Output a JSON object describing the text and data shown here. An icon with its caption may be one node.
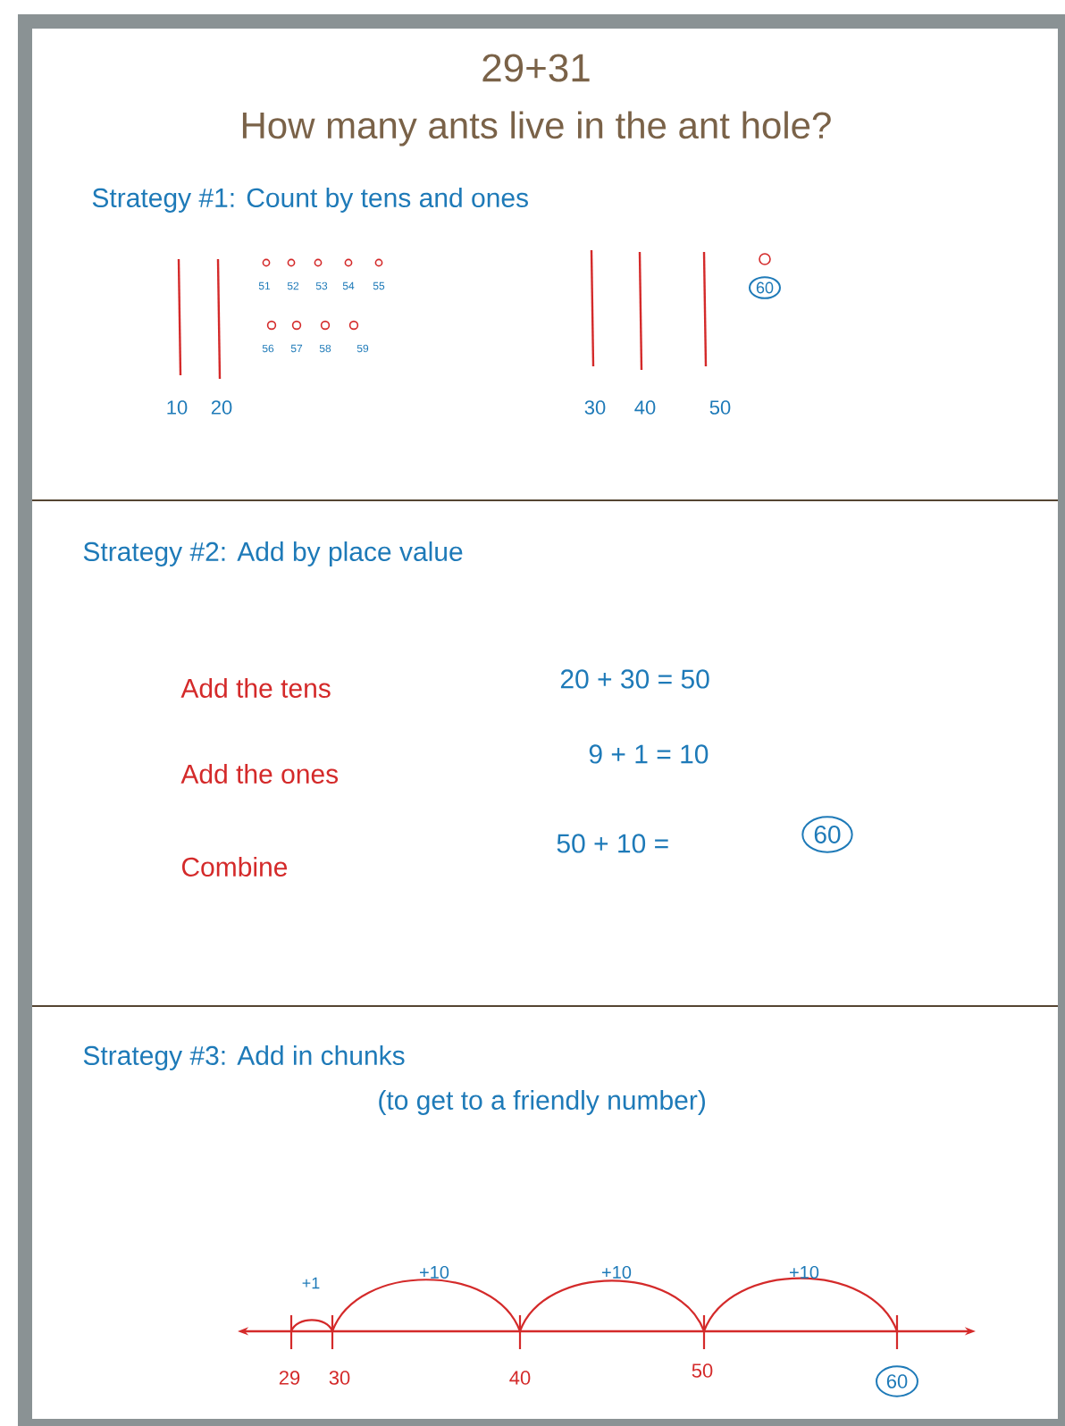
{
  "diagram": {
    "title": "29+31",
    "nodes": [
      {
        "text": [
          "60"
        ]
      },
      {
        "text": [
          "60"
        ]
      },
      {
        "text": [
          "60"
        ]
      }
    ],
    "labels": [
      "How many ants live in the ant hole?",
      "Strategy #1: Count by tens and ones",
      "51",
      "52",
      "53",
      "54",
      "55",
      "56",
      "57",
      "58",
      "59",
      "10",
      "20",
      "30",
      "40",
      "50",
      "Strategy #2: Add by place value",
      "Add the tens",
      "20 + 30 = 50",
      "Add the ones",
      "9 + 1 = 10",
      "Combine",
      "50 + 10 =",
      "Strategy #3: Add in chunks",
      "(to get to a friendly number)",
      "+1",
      "+10",
      "+10",
      "+10",
      "29",
      "30",
      "40",
      "50"
    ]
  }
}
